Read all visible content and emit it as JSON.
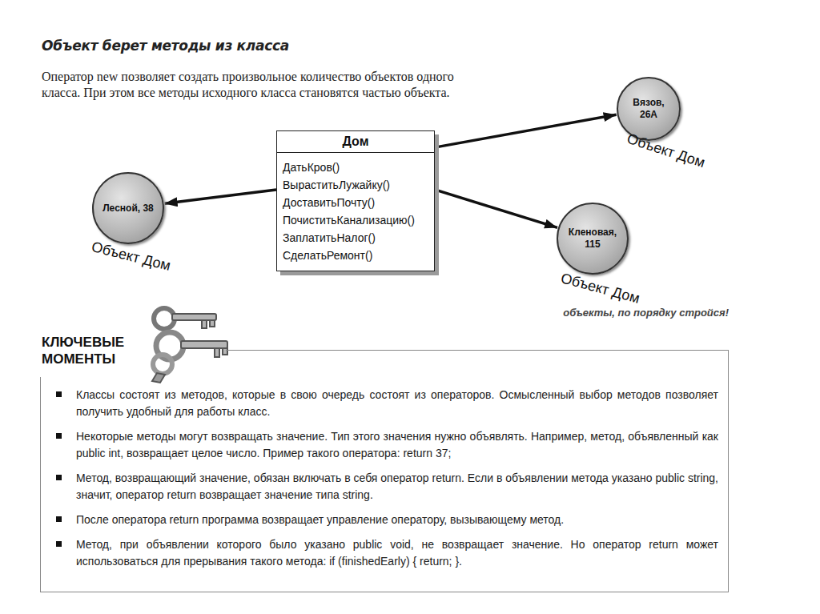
{
  "diagram": {
    "title": "Объект берет методы из класса",
    "caption": "объекты, по порядку стройся!",
    "nodes": [
      {
        "text": [
          "Дом",
          "ДатьКров()",
          "ВыраститьЛужайку()",
          "ДоставитьПочту()",
          "ПочиститьКанализацию()",
          "ЗаплатитьНалог()",
          "СделатьРемонт()"
        ]
      },
      {
        "text": [
          "Вязов, 26А",
          "Объект Дом"
        ]
      },
      {
        "text": [
          "Лесной, 38",
          "Объект Дом"
        ]
      },
      {
        "text": [
          "Кленовая, 115",
          "Объект Дом"
        ]
      },
      {
        "text": [
          "КЛЮЧЕВЫЕ МОМЕНТЫ",
          "Классы состоят из методов, которые в свою очередь состоят из операторов. Осмысленный выбор методов позволяет получить удобный для работы класс.",
          "Некоторые методы могут возвращать значение. Тип этого значения нужно объявлять. Например, метод, объявленный как public int, возвращает целое число. Пример такого оператора: return 37;",
          "Метод, возвращающий значение, обязан включать в себя оператор return. Если в объявлении метода указано public string, значит, оператор return возвращает значение типа string.",
          "После оператора return программа возвращает управление оператору, вызывающему метод.",
          "Метод, при объявлении которого было указано public void, не возвращает значение. Но оператор return может использоваться для прерывания такого метода: if (finishedEarly) { return; }."
        ]
      }
    ],
    "edges": [
      {
        "from": 0,
        "to": 1,
        "arrow": "to"
      },
      {
        "from": 0,
        "to": 2,
        "arrow": "to"
      },
      {
        "from": 0,
        "to": 3,
        "arrow": "to"
      }
    ],
    "labels": [
      "Оператор new позволяет создать произвольное количество объектов одного класса. При этом все методы исходного класса становятся частью объекта."
    ]
  }
}
